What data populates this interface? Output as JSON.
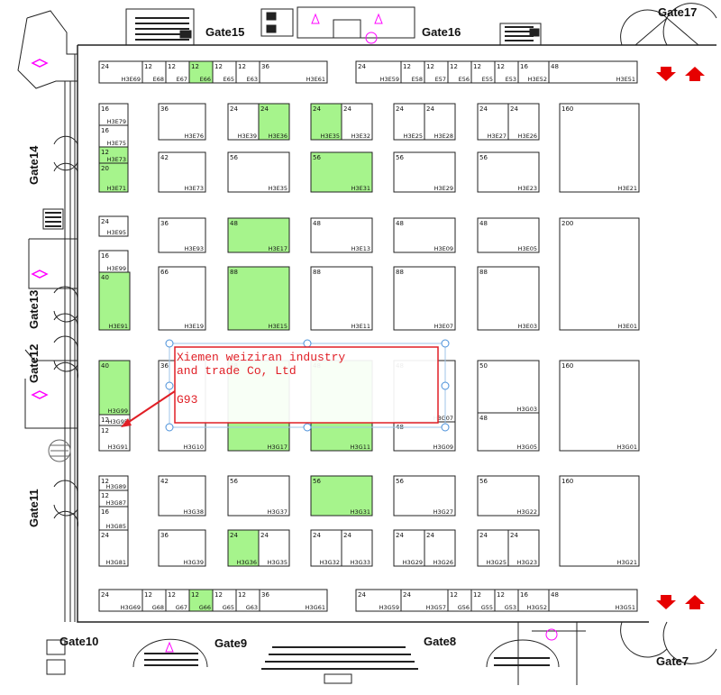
{
  "gates": {
    "gate15": "Gate15",
    "gate16": "Gate16",
    "gate17": "Gate17",
    "gate14": "Gate14",
    "gate13": "Gate13",
    "gate12": "Gate12",
    "gate11": "Gate11",
    "gate10": "Gate10",
    "gate9": "Gate9",
    "gate8": "Gate8",
    "gate7": "Gate7"
  },
  "callout": {
    "line1": "Xiemen weiziran industry",
    "line2": "and trade Co, Ltd",
    "booth": "G93"
  },
  "colors": {
    "highlight": "#a6f48c",
    "callout": "#e01f26",
    "accent": "#ff00ff",
    "arrow": "#e60000"
  },
  "booths": [
    {
      "id": "H3E69",
      "size": "24"
    },
    {
      "id": "E68",
      "size": "12"
    },
    {
      "id": "E67",
      "size": "12"
    },
    {
      "id": "E66",
      "size": "12",
      "hl": true
    },
    {
      "id": "E65",
      "size": "12"
    },
    {
      "id": "E63",
      "size": "12"
    },
    {
      "id": "H3E61",
      "size": "36"
    },
    {
      "id": "H3E59",
      "size": "24"
    },
    {
      "id": "E58",
      "size": "12"
    },
    {
      "id": "E57",
      "size": "12"
    },
    {
      "id": "E56",
      "size": "12"
    },
    {
      "id": "E55",
      "size": "12"
    },
    {
      "id": "E53",
      "size": "12"
    },
    {
      "id": "H3E52",
      "size": "16"
    },
    {
      "id": "H3E51",
      "size": "48"
    },
    {
      "id": "H3E79",
      "size": "16"
    },
    {
      "id": "H3E75",
      "size": "16"
    },
    {
      "id": "H3E73",
      "size": "12",
      "hl": true
    },
    {
      "id": "H3E71",
      "size": "20",
      "hl": true
    },
    {
      "id": "H3E76",
      "size": "36"
    },
    {
      "id": "H3E39",
      "size": "24"
    },
    {
      "id": "H3E36",
      "size": "24",
      "hl": true
    },
    {
      "id": "H3E35",
      "size": "24",
      "hl": true
    },
    {
      "id": "H3E32",
      "size": "24"
    },
    {
      "id": "H3E25",
      "size": "24"
    },
    {
      "id": "H3E28",
      "size": "24"
    },
    {
      "id": "H3E27",
      "size": "24"
    },
    {
      "id": "H3E26",
      "size": "24"
    },
    {
      "id": "H3E21",
      "size": "160"
    },
    {
      "id": "H3E73",
      "size": "42"
    },
    {
      "id": "H3E35",
      "size": "56"
    },
    {
      "id": "H3E31",
      "size": "56",
      "hl": true
    },
    {
      "id": "H3E29",
      "size": "56"
    },
    {
      "id": "H3E23",
      "size": "56"
    },
    {
      "id": "H3E95",
      "size": "24"
    },
    {
      "id": "H3E99",
      "size": "16"
    },
    {
      "id": "H3E91",
      "size": "40",
      "hl": true
    },
    {
      "id": "H3E93",
      "size": "36"
    },
    {
      "id": "H3E17",
      "size": "48",
      "hl": true
    },
    {
      "id": "H3E13",
      "size": "48"
    },
    {
      "id": "H3E09",
      "size": "48"
    },
    {
      "id": "H3E05",
      "size": "48"
    },
    {
      "id": "H3E01",
      "size": "200"
    },
    {
      "id": "H3E19",
      "size": "66"
    },
    {
      "id": "H3E15",
      "size": "88",
      "hl": true
    },
    {
      "id": "H3E11",
      "size": "88"
    },
    {
      "id": "H3E07",
      "size": "88"
    },
    {
      "id": "H3E03",
      "size": "88"
    },
    {
      "id": "H3G99",
      "size": "40",
      "hl": true
    },
    {
      "id": "H3G95",
      "size": "12"
    },
    {
      "id": "H3G91",
      "size": "12"
    },
    {
      "id": "H3G10",
      "size": "36"
    },
    {
      "id": "H3G17",
      "size": "48",
      "hl": true
    },
    {
      "id": "H3G11",
      "size": "48",
      "hl": true
    },
    {
      "id": "H3G07",
      "size": "48"
    },
    {
      "id": "H3G09",
      "size": "48"
    },
    {
      "id": "H3G03",
      "size": "50"
    },
    {
      "id": "H3G05",
      "size": "48"
    },
    {
      "id": "H3G01",
      "size": "160"
    },
    {
      "id": "H3G89",
      "size": "12"
    },
    {
      "id": "H3G87",
      "size": "12"
    },
    {
      "id": "H3G85",
      "size": "16"
    },
    {
      "id": "H3G81",
      "size": "24"
    },
    {
      "id": "H3G38",
      "size": "42"
    },
    {
      "id": "H3G37",
      "size": "56"
    },
    {
      "id": "H3G31",
      "size": "56",
      "hl": true
    },
    {
      "id": "H3G27",
      "size": "56"
    },
    {
      "id": "H3G22",
      "size": "56"
    },
    {
      "id": "H3G21",
      "size": "160"
    },
    {
      "id": "H3G39",
      "size": "36"
    },
    {
      "id": "H3G36",
      "size": "24",
      "hl": true
    },
    {
      "id": "H3G35",
      "size": "24"
    },
    {
      "id": "H3G32",
      "size": "24"
    },
    {
      "id": "H3G33",
      "size": "24"
    },
    {
      "id": "H3G29",
      "size": "24"
    },
    {
      "id": "H3G26",
      "size": "24"
    },
    {
      "id": "H3G25",
      "size": "24"
    },
    {
      "id": "H3G23",
      "size": "24"
    },
    {
      "id": "H3G69",
      "size": "24"
    },
    {
      "id": "G68",
      "size": "12"
    },
    {
      "id": "G67",
      "size": "12"
    },
    {
      "id": "G66",
      "size": "12",
      "hl": true
    },
    {
      "id": "G65",
      "size": "12"
    },
    {
      "id": "G63",
      "size": "12"
    },
    {
      "id": "H3G61",
      "size": "36"
    },
    {
      "id": "H3G59",
      "size": "24"
    },
    {
      "id": "H3G57",
      "size": "24"
    },
    {
      "id": "G56",
      "size": "12"
    },
    {
      "id": "G55",
      "size": "12"
    },
    {
      "id": "G53",
      "size": "12"
    },
    {
      "id": "H3G52",
      "size": "16"
    },
    {
      "id": "H3G51",
      "size": "48"
    }
  ]
}
